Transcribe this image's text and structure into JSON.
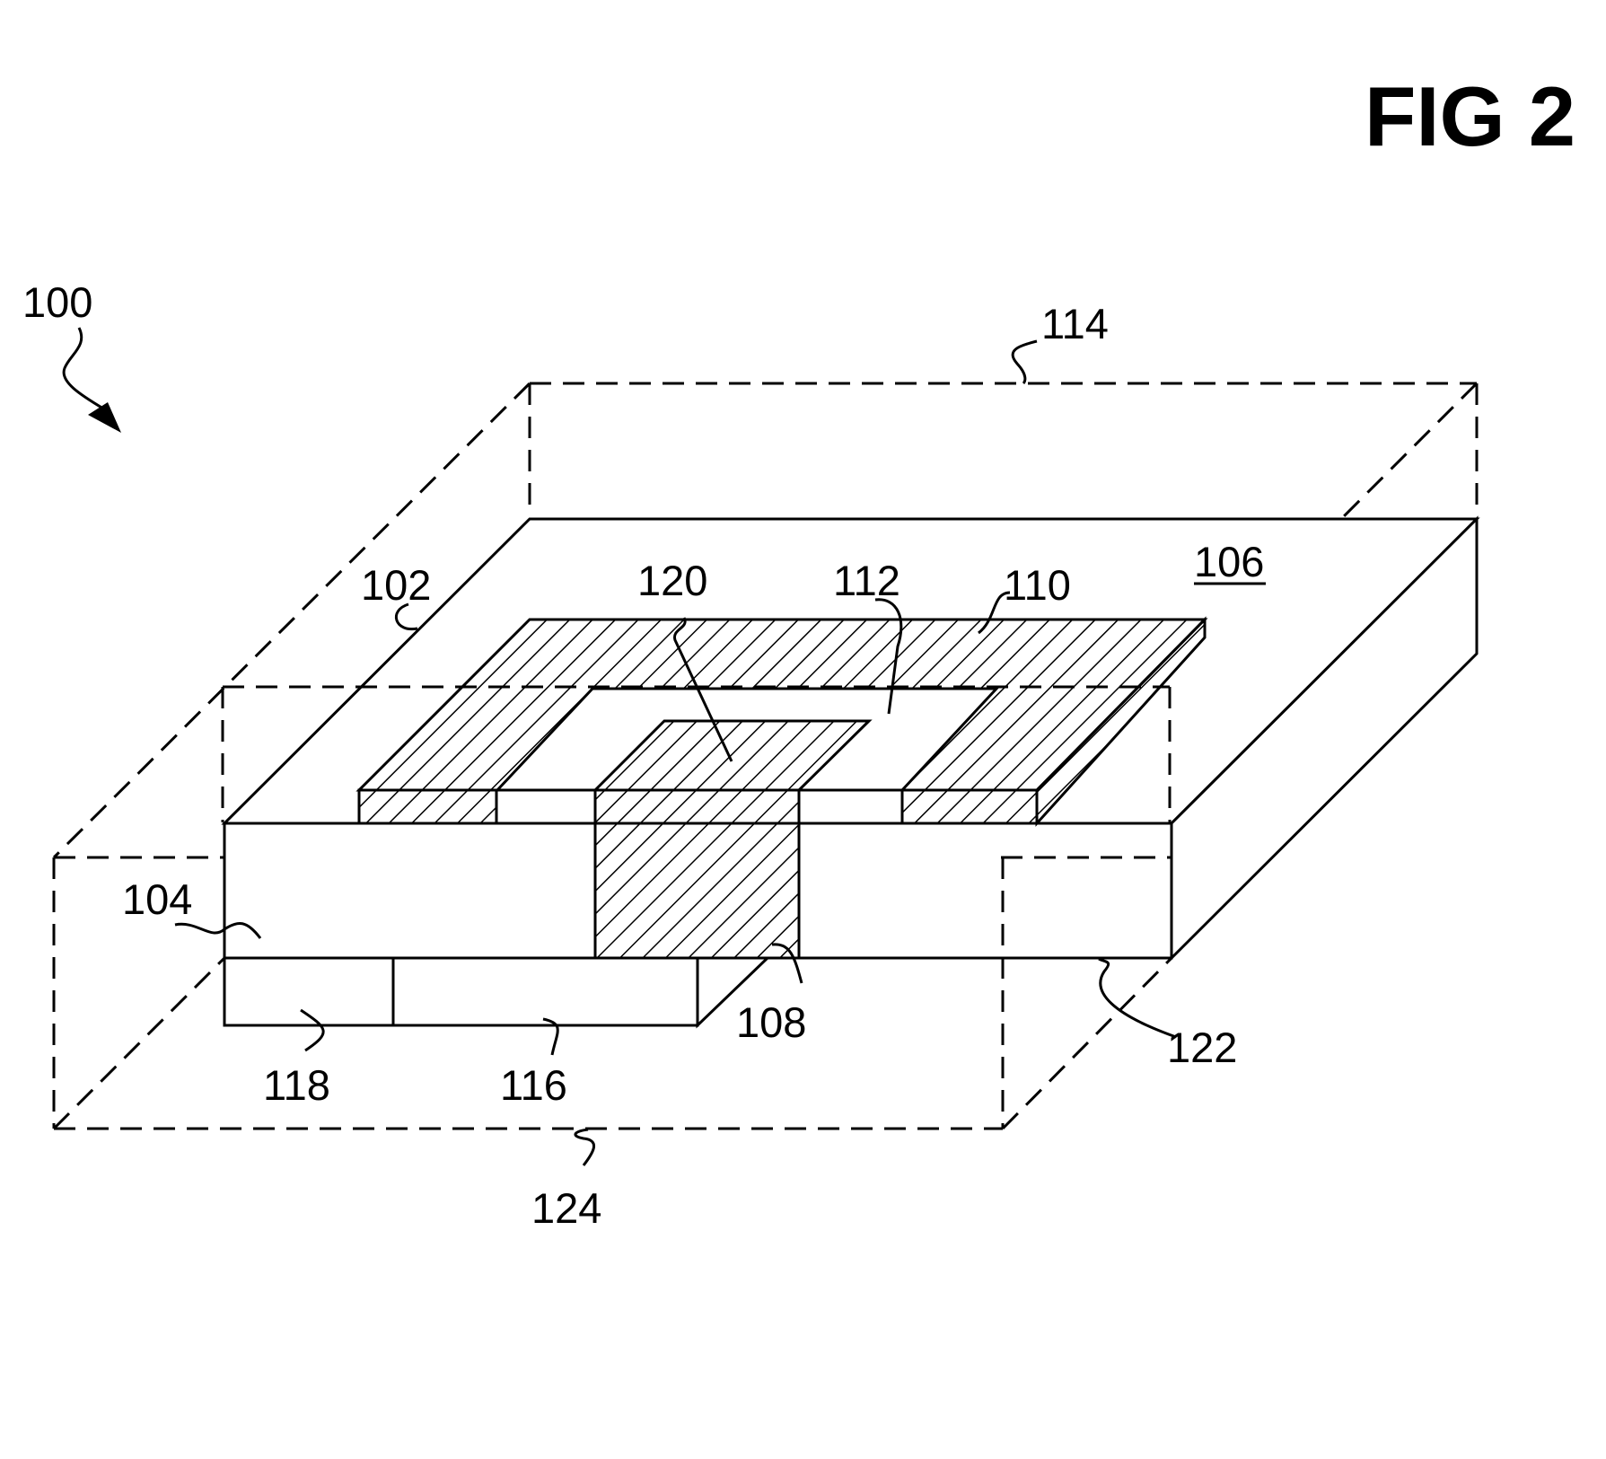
{
  "figure": {
    "title": "FIG 2",
    "underlined_ref": "106"
  },
  "refs": {
    "r100": "100",
    "r102": "102",
    "r104": "104",
    "r106": "106",
    "r108": "108",
    "r110": "110",
    "r112": "112",
    "r114": "114",
    "r116": "116",
    "r118": "118",
    "r120": "120",
    "r122": "122",
    "r124": "124"
  },
  "colors": {
    "line": "#000000",
    "background": "#ffffff"
  }
}
